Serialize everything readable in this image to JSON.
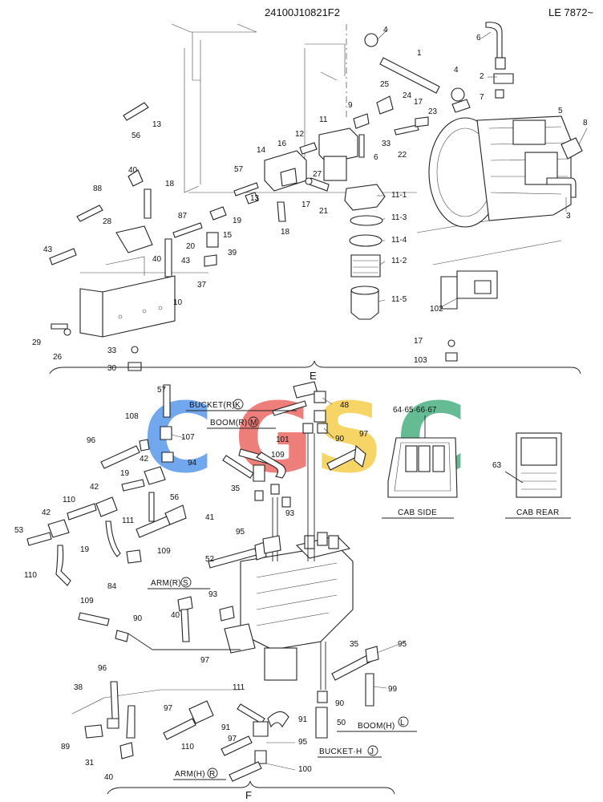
{
  "header": {
    "part_code": "24100J10821F2",
    "serial_range": "LE 7872~"
  },
  "watermark": {
    "letters": [
      "C",
      "G",
      "S",
      "C"
    ],
    "colors": [
      "#4a8fe8",
      "#ea5a54",
      "#f5c93c",
      "#3aa877"
    ]
  },
  "sections": {
    "upper": "E",
    "lower": "F"
  },
  "captions": {
    "bucket_r": "BUCKET(R)",
    "bucket_r_code": "K",
    "boom_r": "BOOM(R)",
    "boom_r_code": "M",
    "arm_r": "ARM(R)",
    "arm_r_code": "S",
    "boom_h": "BOOM(H)",
    "boom_h_code": "L",
    "bucket_h": "BUCKET·H",
    "bucket_h_code": "J",
    "arm_h": "ARM(H)",
    "arm_h_code": "R",
    "cab_side": "CAB SIDE",
    "cab_rear": "CAB REAR",
    "cab_parts": "64·65·66·67"
  },
  "callouts_upper": [
    "24100J10821F2",
    "1",
    "2",
    "3",
    "4",
    "4",
    "5",
    "6",
    "6",
    "7",
    "8",
    "9",
    "10",
    "11",
    "11-1",
    "11-2",
    "11-3",
    "11-4",
    "11-5",
    "12",
    "13",
    "13",
    "14",
    "15",
    "16",
    "17",
    "17",
    "17",
    "18",
    "18",
    "19",
    "20",
    "21",
    "22",
    "23",
    "24",
    "25",
    "26",
    "27",
    "28",
    "29",
    "30",
    "33",
    "33",
    "37",
    "39",
    "40",
    "40",
    "43",
    "43",
    "56",
    "57",
    "87",
    "88",
    "102",
    "103"
  ],
  "callouts_lower": [
    "19",
    "19",
    "31",
    "35",
    "35",
    "38",
    "40",
    "40",
    "41",
    "42",
    "42",
    "42",
    "48",
    "50",
    "52",
    "53",
    "56",
    "57",
    "63",
    "84",
    "89",
    "90",
    "90",
    "90",
    "91",
    "91",
    "93",
    "93",
    "94",
    "95",
    "95",
    "95",
    "96",
    "96",
    "97",
    "97",
    "97",
    "97",
    "99",
    "100",
    "101",
    "107",
    "108",
    "109",
    "109",
    "109",
    "110",
    "110",
    "110",
    "111",
    "111"
  ]
}
